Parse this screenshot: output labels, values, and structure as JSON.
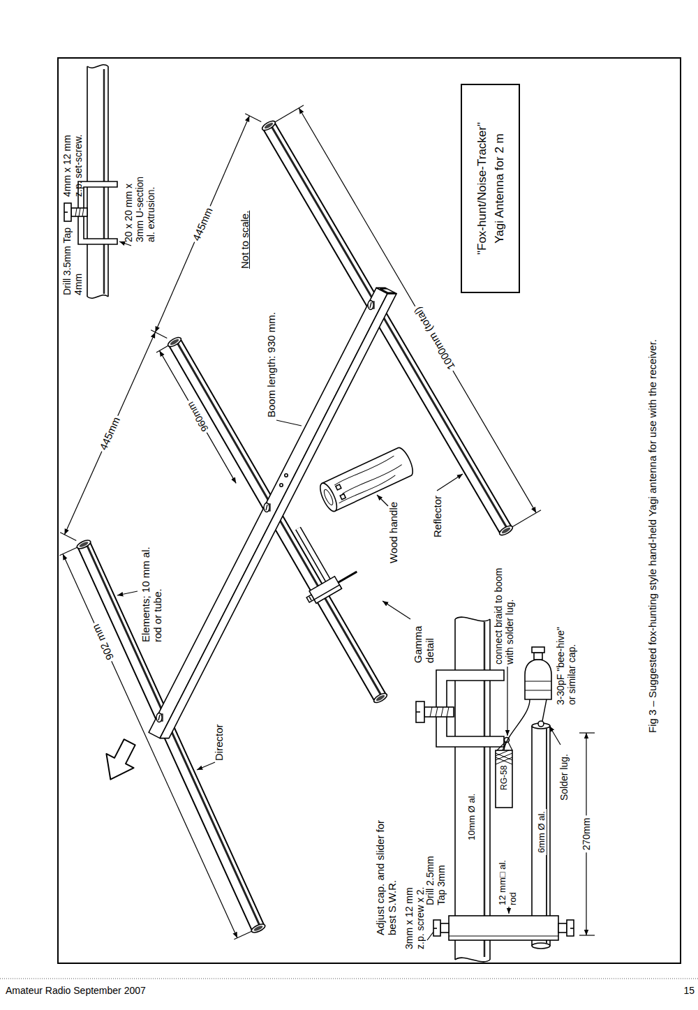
{
  "diagram": {
    "caption": "Fig 3 – Suggested fox-hunting style hand-held Yagi antenna for use with the receiver.",
    "nodes": [
      {
        "text": [
          "\"Fox-hunt/Noise-Tracker\" Yagi Antenna for 2 m"
        ]
      }
    ],
    "labels": [
      "Drill 3.5mm Tap 4mm",
      "4mm x 12 mm z.p. set-screw.",
      "20 x 20 mm x 3mm U-section al. extrusion.",
      "445mm",
      "Not to scale.",
      "Boom length: 930 mm.",
      "1000mm (total)",
      "445mm",
      "960mm",
      "Elements; 10 mm al. rod or tube.",
      "902 mm",
      "Wood handle",
      "Reflector",
      "Director",
      "Gamma detail",
      "connect braid to boom with solder lug.",
      "3-30pF \"bee-hive\" or similar cap.",
      "Solder lug.",
      "Adjust cap. and slider for best S.W.R.",
      "3mm x 12 mm z.p. screw x 2.",
      "Drill 2.5mm Tap 3mm",
      "10mm Ø al.",
      "RG-58",
      "12 mm□ al. rod",
      "6mm Ø al.",
      "270mm",
      "Amateur Radio September 2007",
      "15"
    ]
  }
}
